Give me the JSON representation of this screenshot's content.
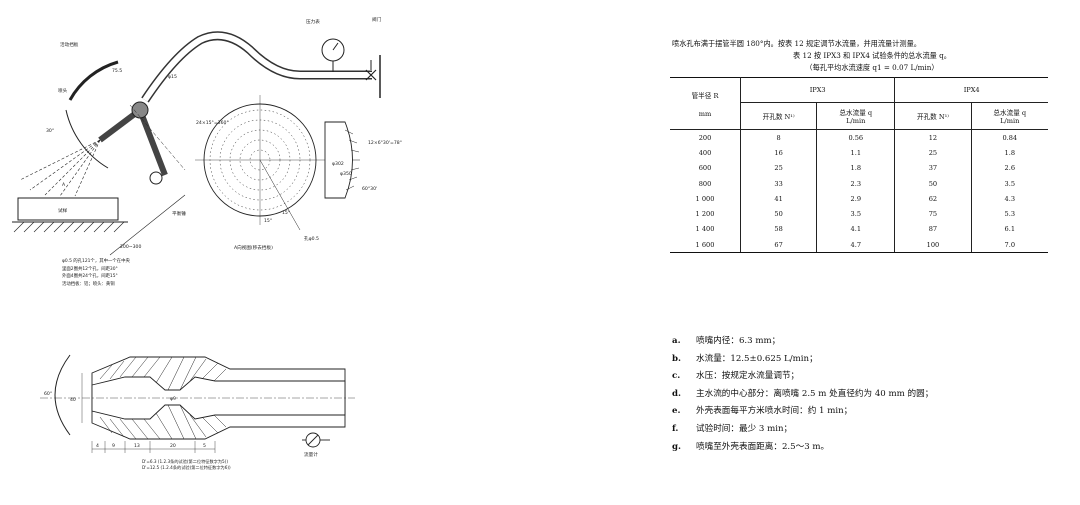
{
  "fig1": {
    "labels": {
      "baffle": "活动挡板",
      "nozzle": "喷头",
      "gauge": "压力表",
      "valve": "阀门",
      "specimen": "试样",
      "counterweight": "平衡锤",
      "angle30": "30°",
      "dim755": "75.5",
      "dim15": "φ15",
      "dimRange": "200~300",
      "letterA": "A",
      "holeNote": "孔φ0.5",
      "angle1": "24×15°=360°",
      "angle2": "12×6°30'=78°",
      "angle3": "60°30'",
      "ang15a": "15°",
      "ang15b": "15°",
      "dia302": "φ302",
      "dia350": "φ350",
      "viewCaption": "A向视图(移去挡板)"
    },
    "notes": [
      "φ0.5 的孔121个，其中一个在中央",
      "里面2圈共12个孔，间距30°",
      "外面4圈共24个孔，间距15°",
      "活动挡板：铝；喷头：黄铜"
    ]
  },
  "fig2": {
    "labels": {
      "angle": "60°",
      "d1": "40",
      "d2": "φ9",
      "d3": "4",
      "d4": "9",
      "d5": "13",
      "d6": "20",
      "d7": "5",
      "gauge": "流量计"
    },
    "notes": [
      "D'=6.3 (1.2.3条的试验(第二位特征数字为5))",
      "D'=12.5 (1.2.4条的试验(第二位特征数字为6))"
    ]
  },
  "intro": {
    "line1": "喷水孔布满于摆管半圆 180°内。按表 12 规定调节水流量，并用流量计测量。",
    "line2": "表 12   按 IPX3 和 IPX4 试验条件的总水流量 q。",
    "line3": "（每孔平均水流速度 q1 = 0.07 L/min）"
  },
  "table": {
    "col_radius": "管半径 R",
    "col_radius_unit": "mm",
    "group_ipx3": "IPX3",
    "group_ipx4": "IPX4",
    "sub_holes": "开孔数 N¹⁾",
    "sub_flow": "总水流量 q",
    "sub_flow_unit": "L/min",
    "rows": [
      [
        "200",
        "8",
        "0.56",
        "12",
        "0.84"
      ],
      [
        "400",
        "16",
        "1.1",
        "25",
        "1.8"
      ],
      [
        "600",
        "25",
        "1.8",
        "37",
        "2.6"
      ],
      [
        "800",
        "33",
        "2.3",
        "50",
        "3.5"
      ],
      [
        "1 000",
        "41",
        "2.9",
        "62",
        "4.3"
      ],
      [
        "1 200",
        "50",
        "3.5",
        "75",
        "5.3"
      ],
      [
        "1 400",
        "58",
        "4.1",
        "87",
        "6.1"
      ],
      [
        "1 600",
        "67",
        "4.7",
        "100",
        "7.0"
      ]
    ]
  },
  "list": [
    {
      "letter": "a.",
      "text": "喷嘴内径：6.3 mm；"
    },
    {
      "letter": "b.",
      "text": "水流量：12.5±0.625 L/min；"
    },
    {
      "letter": "c.",
      "text": "水压：按规定水流量调节；"
    },
    {
      "letter": "d.",
      "text": "主水流的中心部分：离喷嘴 2.5 m 处直径约为 40 mm 的圆；"
    },
    {
      "letter": "e.",
      "text": "外壳表面每平方米喷水时间：约 1 min；"
    },
    {
      "letter": "f.",
      "text": "试验时间：最少 3 min；"
    },
    {
      "letter": "g.",
      "text": "喷嘴至外壳表面距离：2.5～3 m。"
    }
  ]
}
